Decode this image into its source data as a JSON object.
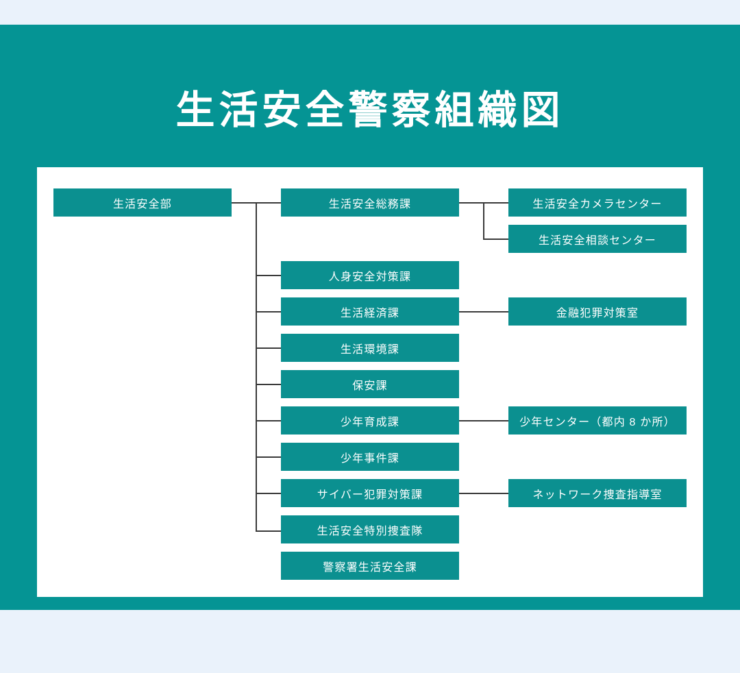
{
  "page": {
    "background_color": "#eaf2fb",
    "panel_color": "#059494",
    "card_color": "#ffffff",
    "node_color": "#0b9090",
    "node_text_color": "#ffffff",
    "line_color": "#3a3a3a",
    "title": "生活安全警察組織図"
  },
  "chart_data": {
    "type": "diagram",
    "title": "生活安全警察組織図",
    "root": {
      "label": "生活安全部"
    },
    "level2": [
      {
        "label": "生活安全総務課"
      },
      {
        "label": "人身安全対策課"
      },
      {
        "label": "生活経済課"
      },
      {
        "label": "生活環境課"
      },
      {
        "label": "保安課"
      },
      {
        "label": "少年育成課"
      },
      {
        "label": "少年事件課"
      },
      {
        "label": "サイバー犯罪対策課"
      },
      {
        "label": "生活安全特別捜査隊"
      },
      {
        "label": "警察署生活安全課"
      }
    ],
    "level3": [
      {
        "label": "生活安全カメラセンター",
        "parent": "生活安全総務課"
      },
      {
        "label": "生活安全相談センター",
        "parent": "生活安全総務課"
      },
      {
        "label": "金融犯罪対策室",
        "parent": "生活経済課"
      },
      {
        "label": "少年センター（都内 8 か所）",
        "parent": "少年育成課"
      },
      {
        "label": "ネットワーク捜査指導室",
        "parent": "サイバー犯罪対策課"
      }
    ]
  }
}
